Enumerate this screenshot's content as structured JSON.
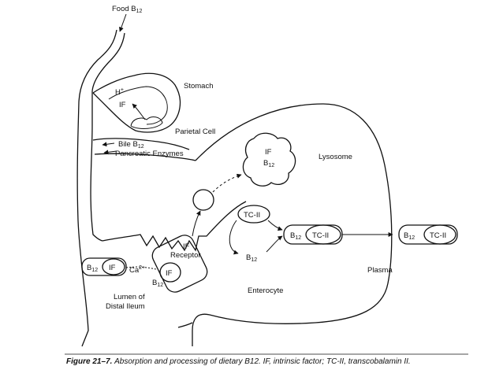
{
  "labels": {
    "food": "Food B",
    "stomach": "Stomach",
    "h_plus": "H",
    "if_stomach": "IF",
    "parietal_cell": "Parietal Cell",
    "bile": "Bile B",
    "pancreatic": "Pancreatic Enzymes",
    "lysosome": "Lysosome",
    "if_lysosome": "IF",
    "b12_lysosome": "B",
    "tc2_free": "TC-II",
    "b12_free": "B",
    "complex_b12": "B",
    "complex_tc2": "TC-II",
    "plasma_b12": "B",
    "plasma_tc2": "TC-II",
    "plasma": "Plasma",
    "lumen_b12": "B",
    "lumen_if": "IF",
    "ca": "Ca",
    "if_receptor_1": "IF",
    "if_receptor_2": "Receptor",
    "if_bound": "IF",
    "b12_bound": "B",
    "enterocyte": "Enterocyte",
    "lumen_1": "Lumen of",
    "lumen_2": "Distal Ileum",
    "subscript": "12",
    "plus": "+",
    "ca_charge": "2+"
  },
  "caption": {
    "figure": "Figure 21–7.",
    "text": "Absorption and processing of dietary B12. IF, intrinsic factor; TC-II, transcobalamin II."
  }
}
